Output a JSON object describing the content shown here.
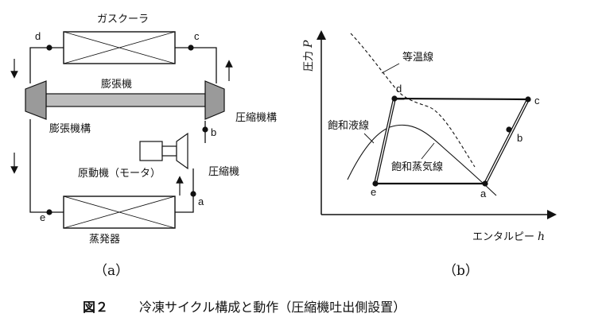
{
  "figure": {
    "number": "図２",
    "caption": "冷凍サイクル構成と動作（圧縮機吐出側設置）"
  },
  "left_diagram": {
    "sublabel": "（a）",
    "components": {
      "gas_cooler": "ガスクーラ",
      "expander_shaft": "膨張機",
      "expander_unit": "膨張機構",
      "compressor_unit": "圧縮機構",
      "prime_mover": "原動機（モータ）",
      "compressor": "圧縮機",
      "evaporator": "蒸発器"
    },
    "points": {
      "a": "a",
      "b": "b",
      "c": "c",
      "d": "d",
      "e": "e"
    }
  },
  "right_diagram": {
    "sublabel": "（b）",
    "y_axis_label": "圧力",
    "y_axis_symbol": "P",
    "x_axis_label": "エンタルピー",
    "x_axis_symbol": "h",
    "curves": {
      "isotherm": "等温線",
      "saturated_liquid": "飽和液線",
      "saturated_vapor": "飽和蒸気線"
    },
    "points": {
      "a": "a",
      "b": "b",
      "c": "c",
      "d": "d",
      "e": "e"
    }
  },
  "colors": {
    "line": "#111111",
    "fill_gray": "#9a9a9a",
    "shaft_gray": "#bdbdbd"
  }
}
